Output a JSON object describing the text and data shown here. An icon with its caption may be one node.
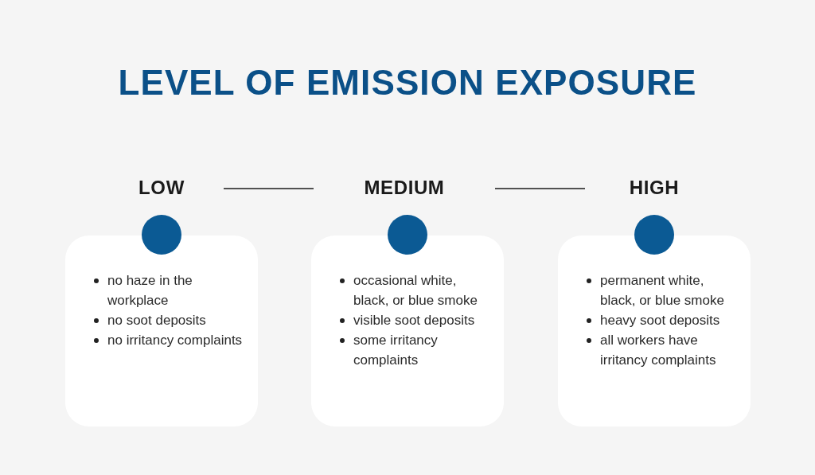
{
  "diagram": {
    "title": "LEVEL OF EMISSION EXPOSURE",
    "nodes": [
      {
        "text": [
          "LOW"
        ]
      },
      {
        "text": [
          "MEDIUM"
        ]
      },
      {
        "text": [
          "HIGH"
        ]
      },
      {
        "text": [],
        "shape": "circle"
      },
      {
        "text": [],
        "shape": "circle"
      },
      {
        "text": [],
        "shape": "circle"
      },
      {
        "text": [
          "no haze in the workplace",
          "no soot deposits",
          "no irritancy complaints"
        ]
      },
      {
        "text": [
          "occasional white, black, or blue smoke",
          "visible soot deposits",
          "some irritancy complaints"
        ]
      },
      {
        "text": [
          "permanent white, black, or blue smoke",
          "heavy soot deposits",
          "all workers have irritancy complaints"
        ]
      }
    ],
    "edges": [
      {
        "from": 0,
        "to": 1,
        "arrow": "none"
      },
      {
        "from": 1,
        "to": 2,
        "arrow": "none"
      }
    ]
  }
}
